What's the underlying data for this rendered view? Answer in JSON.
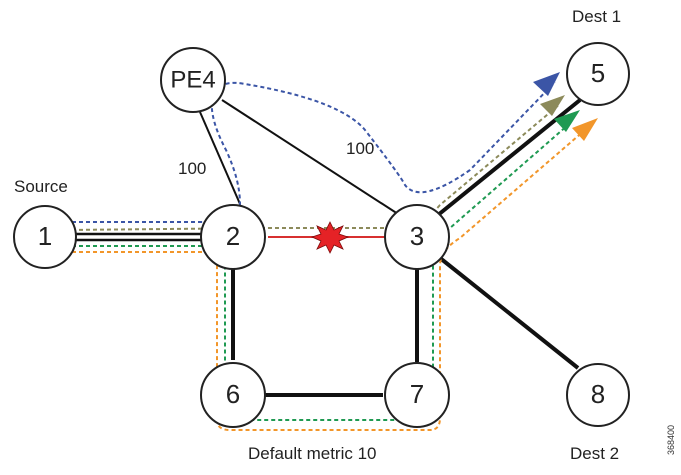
{
  "labels": {
    "source": "Source",
    "dest1": "Dest 1",
    "dest2": "Dest 2",
    "default_metric": "Default metric 10",
    "figure_id": "368400"
  },
  "links": {
    "pe4_to_2_metric": "100",
    "pe4_to_3_metric": "100"
  },
  "nodes": {
    "n1": "1",
    "n2": "2",
    "n3": "3",
    "n5": "5",
    "n6": "6",
    "n7": "7",
    "n8": "8",
    "pe4": "PE4"
  },
  "colors": {
    "failure_star": "#e52226",
    "failed_link": "#d73030",
    "path_blue": "#3b55a6",
    "path_olive": "#8c8a5a",
    "path_green": "#1f9a52",
    "path_orange": "#f2962a"
  }
}
